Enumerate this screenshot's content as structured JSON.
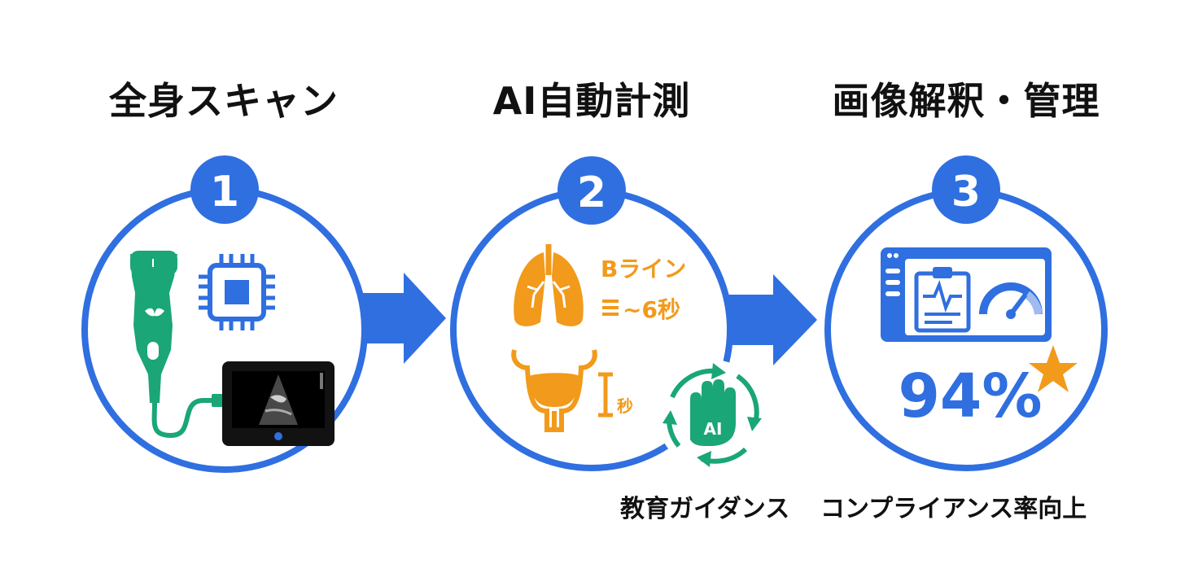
{
  "colors": {
    "blue": "#2f6fe0",
    "green": "#1aa676",
    "orange": "#f29a1b",
    "dark": "#111111"
  },
  "steps": [
    {
      "number": "1",
      "title": "全身スキャン",
      "icons": [
        "ultrasound-probe-icon",
        "chip-icon",
        "tablet-ultrasound-icon"
      ]
    },
    {
      "number": "2",
      "title": "AI自動計測",
      "lung_label": "Bライン",
      "lung_time": "~6秒",
      "bladder_time": "秒",
      "ai_badge": "AI",
      "caption": "教育ガイダンス",
      "icons": [
        "lungs-icon",
        "bladder-icon",
        "ai-hand-cycle-icon"
      ]
    },
    {
      "number": "3",
      "title": "画像解釈・管理",
      "stat": "94%",
      "caption": "コンプライアンス率向上",
      "icons": [
        "dashboard-window-icon",
        "clipboard-icon",
        "gauge-icon",
        "star-icon"
      ]
    }
  ]
}
